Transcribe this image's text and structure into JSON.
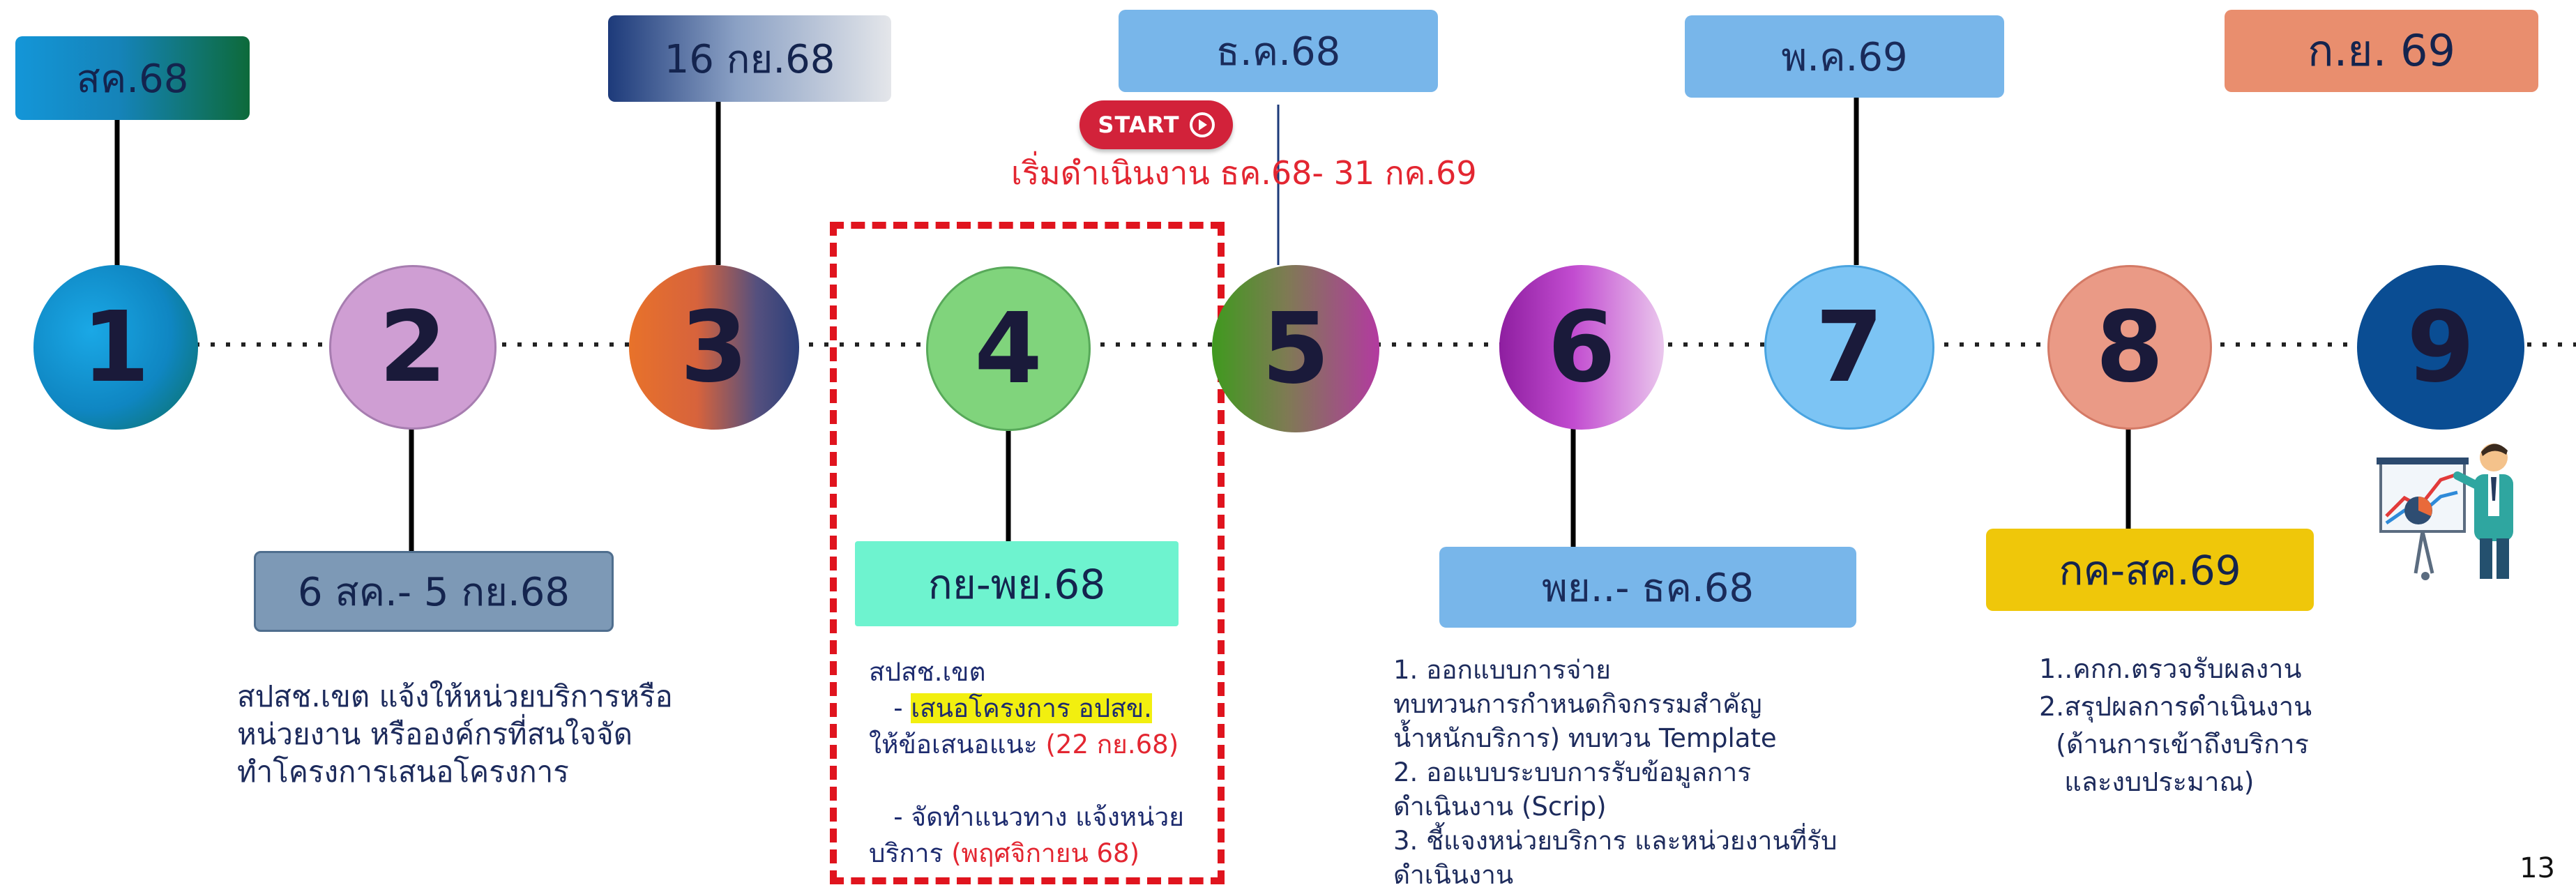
{
  "milestones": [
    {
      "number": "1",
      "date": "สค.68"
    },
    {
      "number": "2",
      "date": "6 สค.- 5 กย.68",
      "desc": [
        "สปสช.เขต แจ้งให้หน่วยบริการหรือ",
        "หน่วยงาน หรือองค์กรที่สนใจจัด",
        "ทำโครงการเสนอโครงการ"
      ]
    },
    {
      "number": "3",
      "date": "16 กย.68"
    },
    {
      "number": "4",
      "date": "กย-พย.68"
    },
    {
      "number": "5",
      "date": "ธ.ค.68"
    },
    {
      "number": "6",
      "date": "พย..- ธค.68",
      "desc": [
        "1. ออกแบบการจ่าย",
        "ทบทวนการกำหนดกิจกรรมสำคัญ",
        "น้ำหนักบริการ) ทบทวน Template",
        "2. ออแบบระบบการรับข้อมูลการ",
        "ดำเนินงาน (Scrip)",
        "3. ชี้แจงหน่วยบริการ และหน่วยงานที่รับ",
        "ดำเนินงาน"
      ]
    },
    {
      "number": "7",
      "date": "พ.ค.69"
    },
    {
      "number": "8",
      "date": "กค-สค.69",
      "desc": [
        "1..คกก.ตรวจรับผลงาน",
        "2.สรุปผลการดำเนินงาน",
        "  (ด้านการเข้าถึงบริการ",
        "   และงบประมาณ)"
      ]
    },
    {
      "number": "9",
      "date": "ก.ย. 69"
    }
  ],
  "m4_detail": {
    "line1": "สปสช.เขต",
    "line2_prefix": "   - ",
    "line2_hl": "เสนอโครงการ อปสข.",
    "line3": "ให้ข้อเสนอแนะ ",
    "line3_red": "(22 กย.68)",
    "line4": "   - จัดทำแนวทาง แจ้งหน่วย",
    "line5": "บริการ ",
    "line5_red": "(พฤศจิกายน 68)"
  },
  "start": {
    "label": "START",
    "caption": "เริ่มดำเนินงาน ธค.68- 31 กค.69"
  },
  "page_number": "13",
  "icons": {
    "presenter": "presentation-chart-icon",
    "start_play": "play-circle-icon"
  },
  "colors": {
    "accent_red": "#e32631",
    "text_navy": "#1d2b5c"
  }
}
